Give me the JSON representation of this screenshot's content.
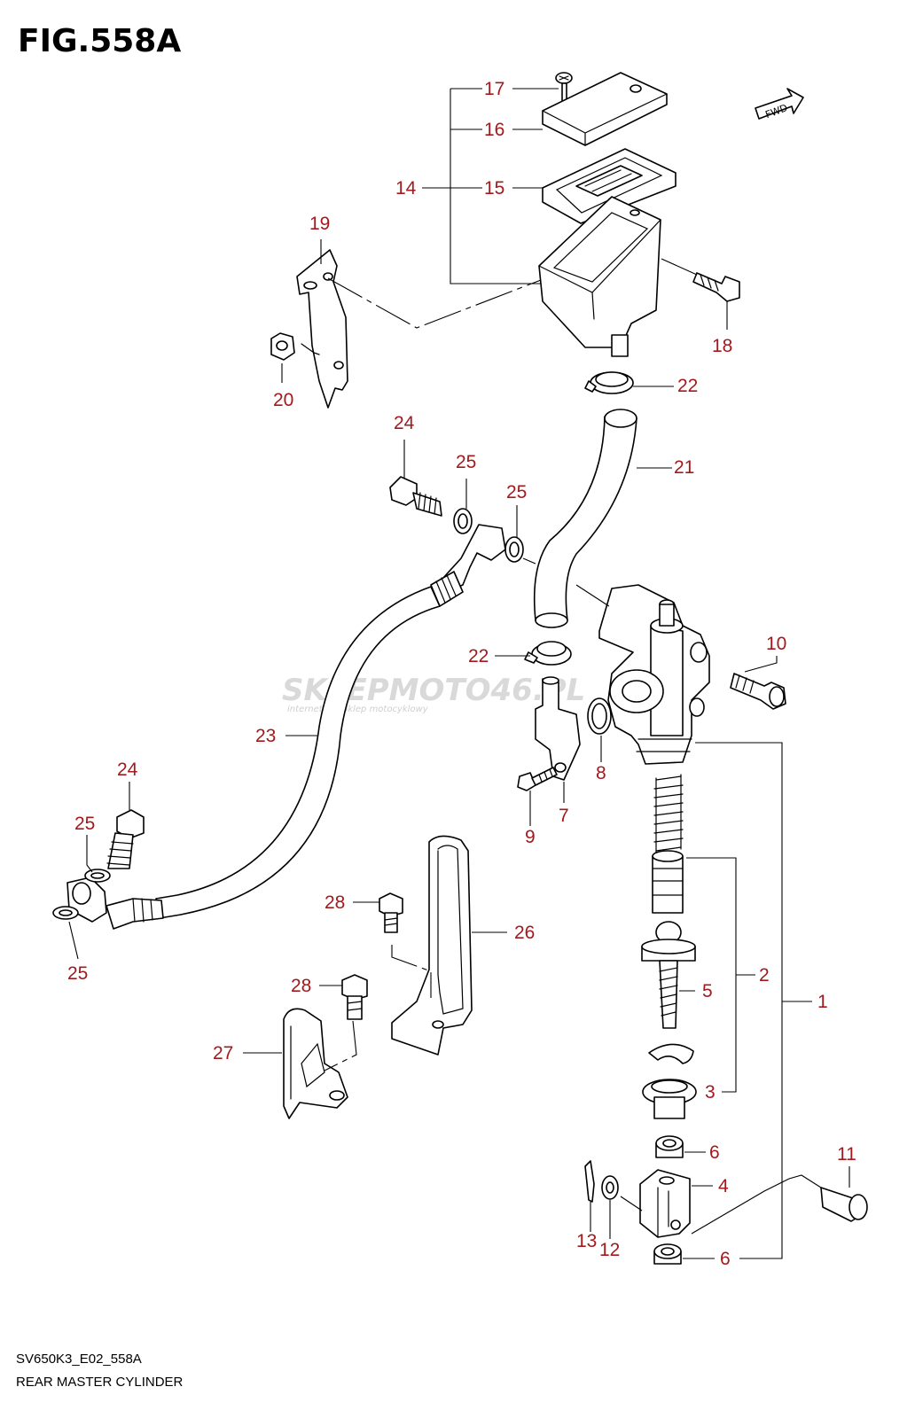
{
  "figure": {
    "title": "FIG.558A",
    "model_code": "SV650K3_E02_558A",
    "name": "REAR MASTER CYLINDER"
  },
  "direction_badge": {
    "text": "FWD"
  },
  "watermark": {
    "brand_left": "SKLEPMOTO",
    "brand_mid": "46",
    "brand_right": ".PL",
    "tagline": "internetowy sklep motocyklowy"
  },
  "callouts": [
    "17",
    "16",
    "14",
    "15",
    "19",
    "18",
    "20",
    "22",
    "24",
    "25",
    "25",
    "21",
    "22",
    "10",
    "23",
    "8",
    "7",
    "9",
    "24",
    "25",
    "25",
    "28",
    "26",
    "2",
    "5",
    "1",
    "28",
    "27",
    "3",
    "6",
    "11",
    "4",
    "13",
    "12",
    "6"
  ],
  "colors": {
    "callout": "#a3191c",
    "line": "#000000",
    "watermark": "#d9d9d9",
    "watermark_accent": "#f2b8b8"
  }
}
